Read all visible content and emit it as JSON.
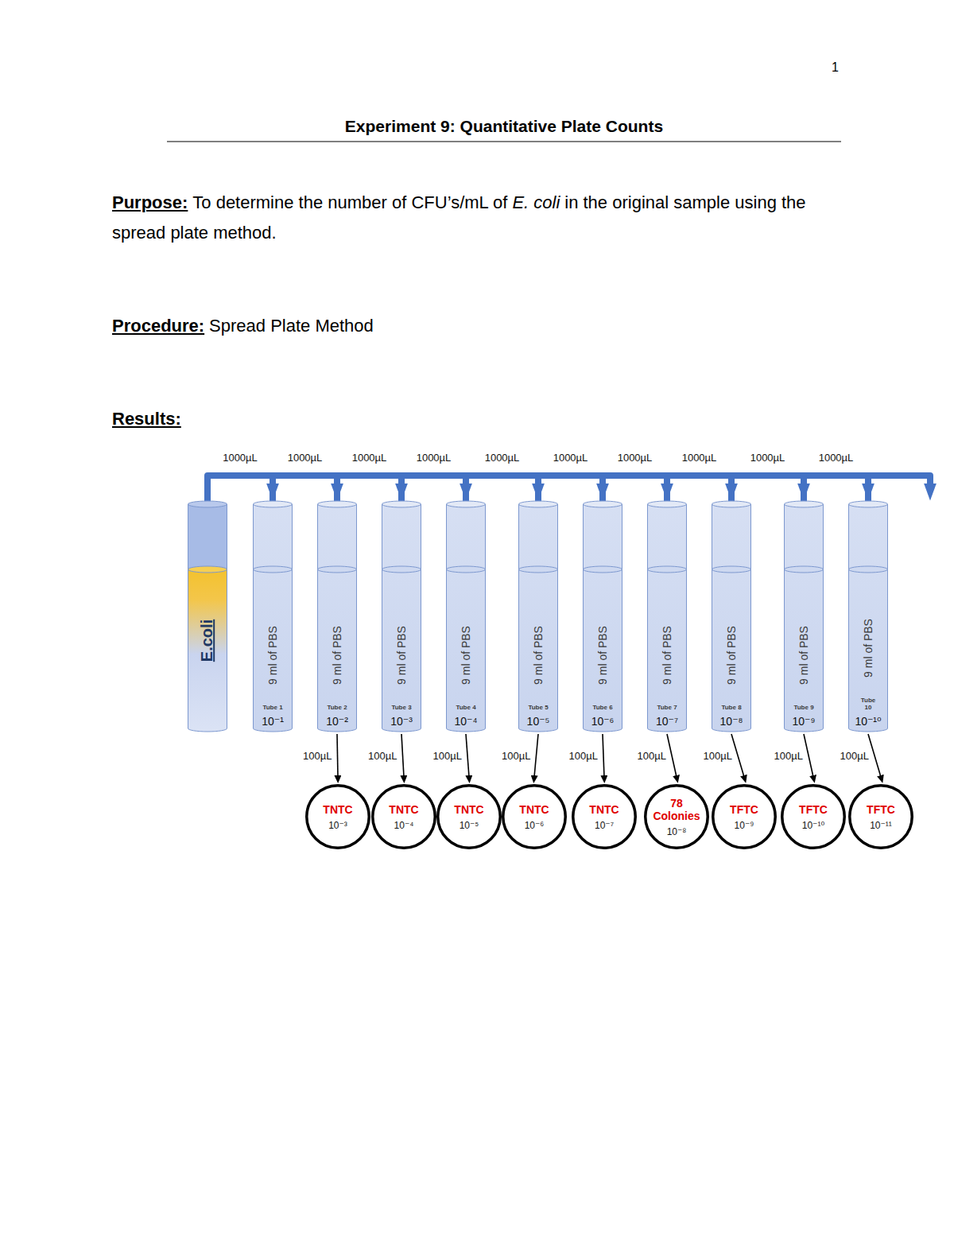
{
  "diagram": {
    "title": "Experiment 9: Quantitative Plate Counts",
    "nodes": [
      {
        "text": [
          "E.coli"
        ]
      },
      {
        "text": [
          "9 ml of PBS",
          "Tube 1",
          "10⁻¹"
        ]
      },
      {
        "text": [
          "9 ml of PBS",
          "Tube 2",
          "10⁻²"
        ]
      },
      {
        "text": [
          "9 ml of PBS",
          "Tube 3",
          "10⁻³"
        ]
      },
      {
        "text": [
          "9 ml of PBS",
          "Tube 4",
          "10⁻⁴"
        ]
      },
      {
        "text": [
          "9 ml of PBS",
          "Tube 5",
          "10⁻⁵"
        ]
      },
      {
        "text": [
          "9 ml of PBS",
          "Tube 6",
          "10⁻⁶"
        ]
      },
      {
        "text": [
          "9 ml of PBS",
          "Tube 7",
          "10⁻⁷"
        ]
      },
      {
        "text": [
          "9 ml of PBS",
          "Tube 8",
          "10⁻⁸"
        ]
      },
      {
        "text": [
          "9 ml of PBS",
          "Tube 9",
          "10⁻⁹"
        ]
      },
      {
        "text": [
          "9 ml of PBS",
          "Tube 10",
          "10⁻¹⁰"
        ]
      },
      {
        "text": [
          "TNTC",
          "10⁻³"
        ]
      },
      {
        "text": [
          "TNTC",
          "10⁻⁴"
        ]
      },
      {
        "text": [
          "TNTC",
          "10⁻⁵"
        ]
      },
      {
        "text": [
          "TNTC",
          "10⁻⁶"
        ]
      },
      {
        "text": [
          "TNTC",
          "10⁻⁷"
        ]
      },
      {
        "text": [
          "78 Colonies",
          "10⁻⁸"
        ]
      },
      {
        "text": [
          "TFTC",
          "10⁻⁹"
        ]
      },
      {
        "text": [
          "TFTC",
          "10⁻¹⁰"
        ]
      },
      {
        "text": [
          "TFTC",
          "10⁻¹¹"
        ]
      }
    ],
    "edges": [
      {
        "from": 0,
        "to": 1,
        "label": "1000µL",
        "arrow": "to"
      },
      {
        "from": 1,
        "to": 2,
        "label": "1000µL",
        "arrow": "to"
      },
      {
        "from": 2,
        "to": 3,
        "label": "1000µL",
        "arrow": "to"
      },
      {
        "from": 3,
        "to": 4,
        "label": "1000µL",
        "arrow": "to"
      },
      {
        "from": 4,
        "to": 5,
        "label": "1000µL",
        "arrow": "to"
      },
      {
        "from": 5,
        "to": 6,
        "label": "1000µL",
        "arrow": "to"
      },
      {
        "from": 6,
        "to": 7,
        "label": "1000µL",
        "arrow": "to"
      },
      {
        "from": 7,
        "to": 8,
        "label": "1000µL",
        "arrow": "to"
      },
      {
        "from": 8,
        "to": 9,
        "label": "1000µL",
        "arrow": "to"
      },
      {
        "from": 9,
        "to": 10,
        "label": "1000µL",
        "arrow": "to"
      },
      {
        "from": 2,
        "to": 11,
        "label": "100µL",
        "arrow": "to"
      },
      {
        "from": 3,
        "to": 12,
        "label": "100µL",
        "arrow": "to"
      },
      {
        "from": 4,
        "to": 13,
        "label": "100µL",
        "arrow": "to"
      },
      {
        "from": 5,
        "to": 14,
        "label": "100µL",
        "arrow": "to"
      },
      {
        "from": 6,
        "to": 15,
        "label": "100µL",
        "arrow": "to"
      },
      {
        "from": 7,
        "to": 16,
        "label": "100µL",
        "arrow": "to"
      },
      {
        "from": 8,
        "to": 17,
        "label": "100µL",
        "arrow": "to"
      },
      {
        "from": 9,
        "to": 18,
        "label": "100µL",
        "arrow": "to"
      },
      {
        "from": 10,
        "to": 19,
        "label": "100µL",
        "arrow": "to"
      }
    ],
    "labels": [
      "1",
      "Purpose:",
      "To determine the number of CFU’s/mL of",
      "E. coli",
      "in the original sample using the spread plate method.",
      "Procedure:",
      "Spread Plate Method",
      "Results:"
    ]
  }
}
